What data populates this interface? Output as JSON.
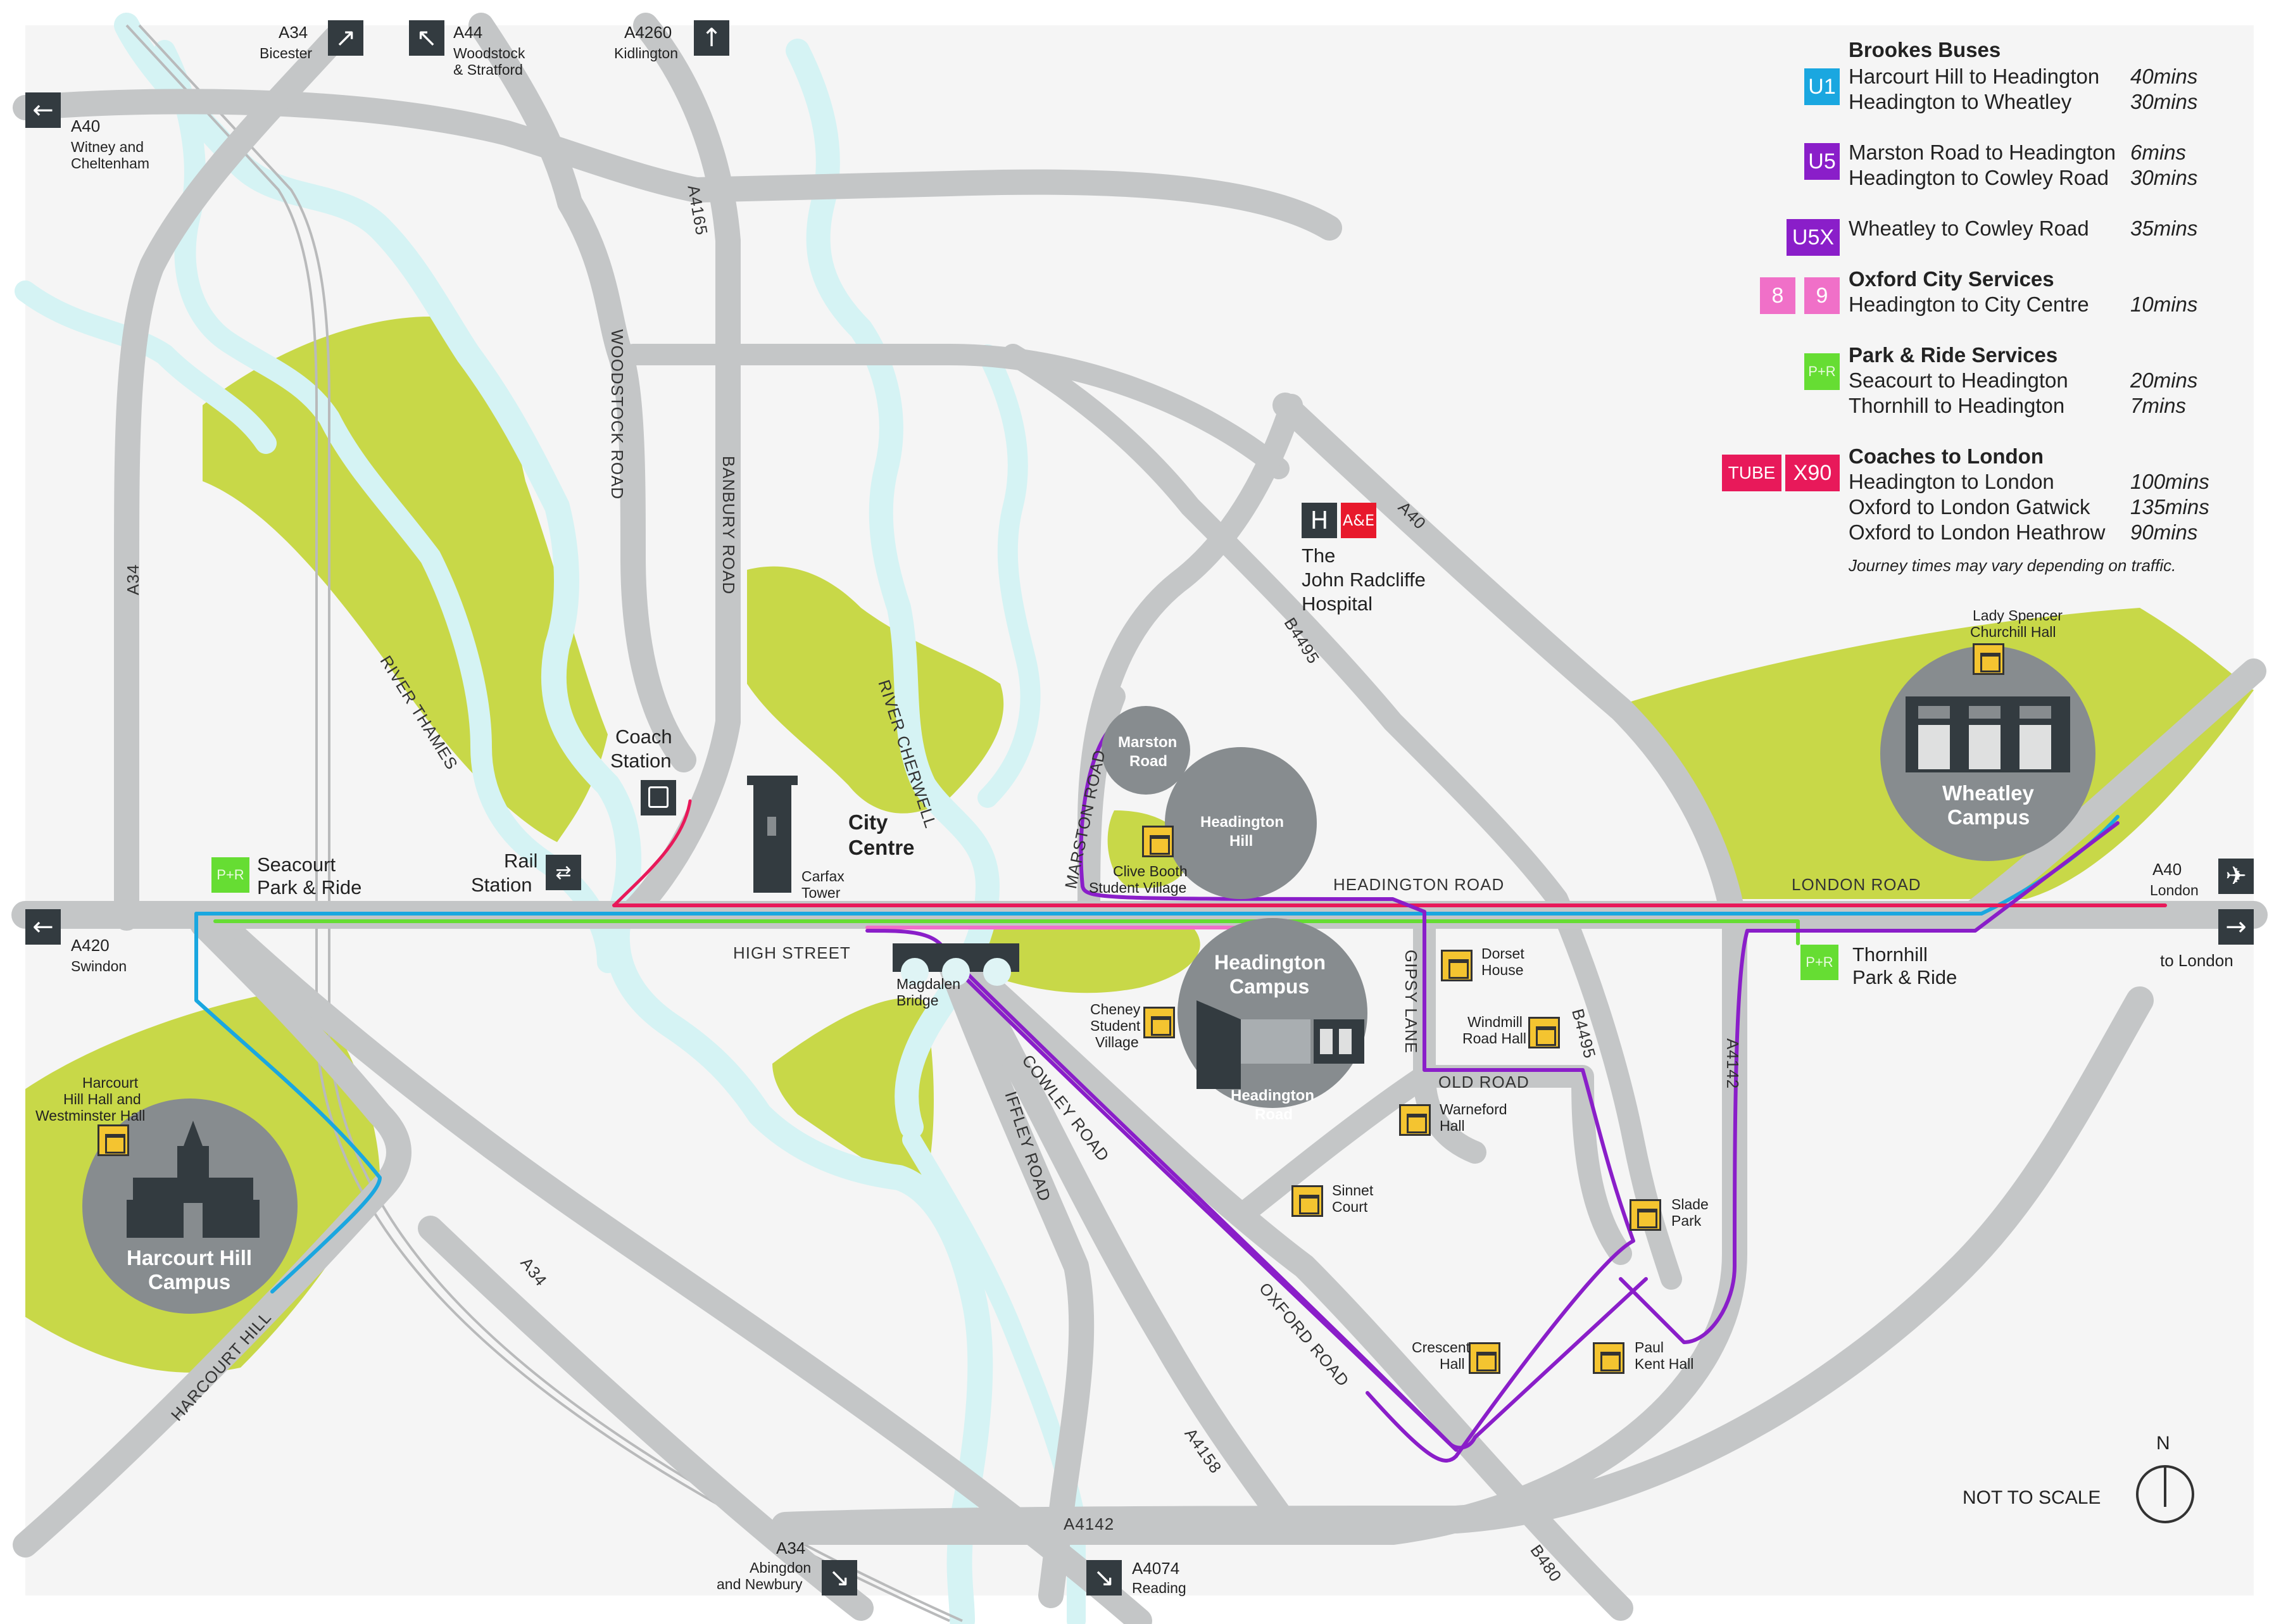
{
  "colors": {
    "background": "#f5f5f5",
    "road": "#c4c6c7",
    "river": "#d5f3f4",
    "park": "#c8d848",
    "campus": "#878c8f",
    "u1": "#1aa7e0",
    "u5": "#8a1ec9",
    "u5x": "#8a1ec9",
    "city": "#f070c8",
    "park_ride": "#66dd33",
    "london": "#e8195a",
    "hall": "#f4c430",
    "sign": "#333b40",
    "hospital": "#e8192c"
  },
  "legend": {
    "brookes": {
      "heading": "Brookes Buses",
      "badge": "U1",
      "routes": [
        {
          "name": "Harcourt Hill to Headington",
          "time": "40mins"
        },
        {
          "name": "Headington to Wheatley",
          "time": "30mins"
        }
      ]
    },
    "u5": {
      "badge": "U5",
      "routes": [
        {
          "name": "Marston Road to Headington",
          "time": "6mins"
        },
        {
          "name": "Headington to Cowley Road",
          "time": "30mins"
        }
      ]
    },
    "u5x": {
      "badge": "U5X",
      "routes": [
        {
          "name": "Wheatley to Cowley Road",
          "time": "35mins"
        }
      ]
    },
    "city": {
      "heading": "Oxford City Services",
      "badges": [
        "8",
        "9"
      ],
      "routes": [
        {
          "name": "Headington to City Centre",
          "time": "10mins"
        }
      ]
    },
    "park_ride": {
      "heading": "Park & Ride Services",
      "badge": "P+R",
      "routes": [
        {
          "name": "Seacourt to Headington",
          "time": "20mins"
        },
        {
          "name": "Thornhill to Headington",
          "time": "7mins"
        }
      ]
    },
    "london": {
      "heading": "Coaches to London",
      "badges": [
        "TUBE",
        "X90"
      ],
      "routes": [
        {
          "name": "Headington to London",
          "time": "100mins"
        },
        {
          "name": "Oxford to London Gatwick",
          "time": "135mins"
        },
        {
          "name": "Oxford to London Heathrow",
          "time": "90mins"
        }
      ]
    },
    "note": "Journey times may vary depending on traffic."
  },
  "directions": {
    "a34_bicester": {
      "road": "A34",
      "place": "Bicester",
      "arrow": "↗"
    },
    "a44": {
      "road": "A44",
      "place_line1": "Woodstock",
      "place_line2": "& Stratford",
      "arrow": "↖"
    },
    "a4260": {
      "road": "A4260",
      "place": "Kidlington",
      "arrow": "↑"
    },
    "a40_west": {
      "road": "A40",
      "place_line1": "Witney and",
      "place_line2": "Cheltenham",
      "arrow": "←"
    },
    "a420": {
      "road": "A420",
      "place": "Swindon",
      "arrow": "←"
    },
    "a40_east": {
      "road": "A40",
      "place": "London",
      "arrow": "✈"
    },
    "to_london": {
      "text": "to London",
      "arrow": "→"
    },
    "a34_south": {
      "road": "A34",
      "place_line1": "Abingdon",
      "place_line2": "and Newbury",
      "arrow": "↘"
    },
    "a4074": {
      "road": "A4074",
      "place": "Reading",
      "arrow": "↘"
    }
  },
  "roads": {
    "a34_west": "A34",
    "a4165": "A4165",
    "woodstock": "WOODSTOCK ROAD",
    "banbury": "BANBURY ROAD",
    "thames": "RIVER THAMES",
    "cherwell": "RIVER CHERWELL",
    "marston": "MARSTON ROAD",
    "a40_ne": "A40",
    "b4495_n": "B4495",
    "headington_road": "HEADINGTON ROAD",
    "london_road": "LONDON ROAD",
    "high_street": "HIGH STREET",
    "gipsy": "GIPSY LANE",
    "old_road": "OLD ROAD",
    "b4495_s": "B4495",
    "a4142_e": "A4142",
    "cowley": "COWLEY ROAD",
    "iffley": "IFFLEY ROAD",
    "oxford_road": "OXFORD ROAD",
    "a34_sw": "A34",
    "a4158": "A4158",
    "a4142_s": "A4142",
    "b480": "B480",
    "harcourt_hill": "HARCOURT HILL"
  },
  "places": {
    "coach_station_l1": "Coach",
    "coach_station_l2": "Station",
    "rail_station_l1": "Rail",
    "rail_station_l2": "Station",
    "city_centre_l1": "City",
    "city_centre_l2": "Centre",
    "carfax_l1": "Carfax",
    "carfax_l2": "Tower",
    "magdalen_l1": "Magdalen",
    "magdalen_l2": "Bridge",
    "seacourt_l1": "Seacourt",
    "seacourt_l2": "Park & Ride",
    "thornhill_l1": "Thornhill",
    "thornhill_l2": "Park & Ride",
    "hospital_l1": "The",
    "hospital_l2": "John Radcliffe",
    "hospital_l3": "Hospital",
    "hospital_h": "H",
    "hospital_ae": "A&E",
    "pr_badge": "P+R",
    "not_to_scale": "NOT TO SCALE",
    "north": "N"
  },
  "campuses": {
    "marston_l1": "Marston",
    "marston_l2": "Road",
    "headington_hill_l1": "Headington",
    "headington_hill_l2": "Hill",
    "headington_l1": "Headington",
    "headington_l2": "Campus",
    "headington_road_l1": "Headington",
    "headington_road_l2": "Road",
    "wheatley_l1": "Wheatley",
    "wheatley_l2": "Campus",
    "harcourt_l1": "Harcourt Hill",
    "harcourt_l2": "Campus"
  },
  "halls": {
    "clive_l1": "Clive Booth",
    "clive_l2": "Student Village",
    "cheney_l1": "Cheney",
    "cheney_l2": "Student",
    "cheney_l3": "Village",
    "dorset_l1": "Dorset",
    "dorset_l2": "House",
    "windmill_l1": "Windmill",
    "windmill_l2": "Road Hall",
    "warneford_l1": "Warneford",
    "warneford_l2": "Hall",
    "sinnet_l1": "Sinnet",
    "sinnet_l2": "Court",
    "slade_l1": "Slade",
    "slade_l2": "Park",
    "crescent_l1": "Crescent",
    "crescent_l2": "Hall",
    "paul_l1": "Paul",
    "paul_l2": "Kent Hall",
    "lady_l1": "Lady Spencer",
    "lady_l2": "Churchill Hall",
    "harcourt_hall_l1": "Harcourt",
    "harcourt_hall_l2": "Hill Hall and",
    "harcourt_hall_l3": "Westminster Hall"
  }
}
